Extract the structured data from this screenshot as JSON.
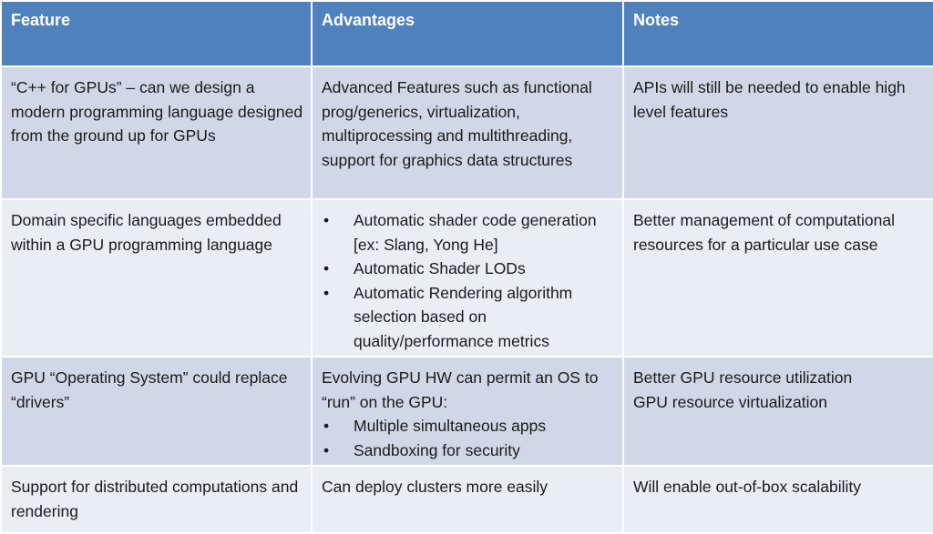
{
  "table": {
    "headers": [
      "Feature",
      "Advantages",
      "Notes"
    ],
    "rows": [
      {
        "feature": "“C++ for GPUs” – can we design a modern programming language designed from the ground up for GPUs",
        "advantages_text": "Advanced Features such as functional prog/generics, virtualization, multiprocessing and multithreading, support for graphics data structures",
        "notes": "APIs will still be needed to enable high level features"
      },
      {
        "feature": "Domain specific languages embedded within a GPU programming language",
        "advantages_bullets": [
          "Automatic shader code generation [ex: Slang, Yong He]",
          "Automatic Shader LODs",
          "Automatic Rendering algorithm selection based on quality/performance metrics"
        ],
        "notes": "Better management of computational resources for a particular use case"
      },
      {
        "feature": "GPU “Operating System” could replace “drivers”",
        "advantages_intro": "Evolving GPU HW can permit an OS to “run” on the GPU:",
        "advantages_bullets": [
          "Multiple simultaneous apps",
          "Sandboxing for security"
        ],
        "notes_lines": [
          "Better GPU resource utilization",
          "GPU resource virtualization"
        ]
      },
      {
        "feature": "Support for distributed computations and rendering",
        "advantages_text": "Can deploy clusters more easily",
        "notes": "Will enable out-of-box scalability"
      }
    ],
    "bullet_glyph": "•",
    "colors": {
      "header_bg": "#4f81bd",
      "row_odd_bg": "#d0d8e8",
      "row_even_bg": "#e9edf4",
      "header_text": "#ffffff",
      "body_text": "#1a1a1a"
    }
  }
}
